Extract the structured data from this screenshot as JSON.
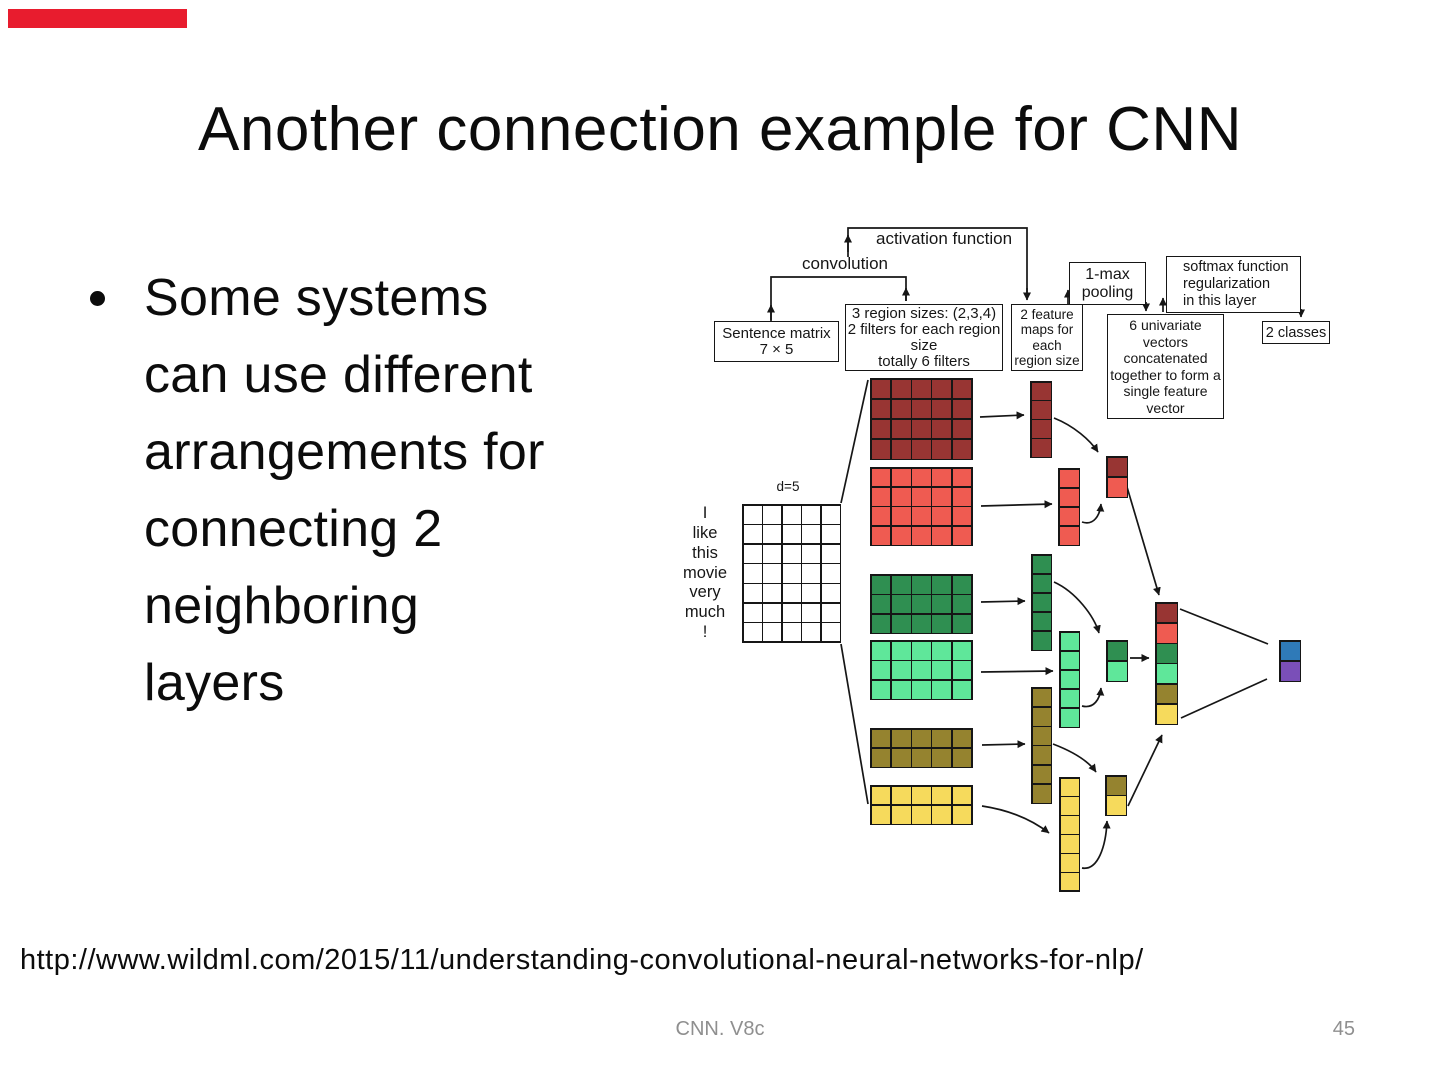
{
  "slide": {
    "accent_bar_color": "#e81c2e",
    "title": "Another connection example for CNN",
    "bullet_text": "Some systems\ncan use different\narrangements for\nconnecting 2\nneighboring\nlayers",
    "source_url": "http://www.wildml.com/2015/11/understanding-convolutional-neural-networks-for-nlp/",
    "footer_center": "CNN. V8c",
    "page_number": "45"
  },
  "diagram": {
    "labels": {
      "convolution": "convolution",
      "activation_function": "activation function",
      "pooling": "1-max\npooling",
      "sentence_matrix": "Sentence matrix\n7 × 5",
      "filters": "3 region sizes: (2,3,4)\n2 filters for each region\nsize\ntotally 6 filters",
      "feature_maps": "2 feature\nmaps for\neach\nregion size",
      "univariate": "6 univariate\nvectors\nconcatenated\ntogether to form a\nsingle feature\nvector",
      "softmax": "softmax function\nregularization\nin this layer",
      "classes": "2 classes",
      "dim": "d=5"
    },
    "sentence_words": "I\nlike\nthis\nmovie\nvery\nmuch\n!",
    "matrix_rows": 7,
    "matrix_cols": 5,
    "colors": {
      "white": "#ffffff",
      "dark_red": "#983533",
      "red": "#ef5b51",
      "dark_green": "#2f8f51",
      "mint": "#5fe79a",
      "olive": "#95832f",
      "yellow": "#f6da5c",
      "blue": "#2f7ab8",
      "purple": "#7a4fb8"
    },
    "grids": [
      {
        "name": "sentence-matrix",
        "cols": 5,
        "row_colors": [
          "white",
          "white",
          "white",
          "white",
          "white",
          "white",
          "white"
        ]
      },
      {
        "name": "filter-size4-dark-red",
        "cols": 5,
        "row_colors": [
          "dark_red",
          "dark_red",
          "dark_red",
          "dark_red"
        ]
      },
      {
        "name": "filter-size4-red",
        "cols": 5,
        "row_colors": [
          "red",
          "red",
          "red",
          "red"
        ]
      },
      {
        "name": "filter-size3-dark-green",
        "cols": 5,
        "row_colors": [
          "dark_green",
          "dark_green",
          "dark_green"
        ]
      },
      {
        "name": "filter-size3-mint",
        "cols": 5,
        "row_colors": [
          "mint",
          "mint",
          "mint"
        ]
      },
      {
        "name": "filter-size2-olive",
        "cols": 5,
        "row_colors": [
          "olive",
          "olive"
        ]
      },
      {
        "name": "filter-size2-yellow",
        "cols": 5,
        "row_colors": [
          "yellow",
          "yellow"
        ]
      },
      {
        "name": "featuremap-dark-red",
        "cols": 1,
        "row_colors": [
          "dark_red",
          "dark_red",
          "dark_red",
          "dark_red"
        ]
      },
      {
        "name": "featuremap-red",
        "cols": 1,
        "row_colors": [
          "red",
          "red",
          "red",
          "red"
        ]
      },
      {
        "name": "featuremap-dark-green",
        "cols": 1,
        "row_colors": [
          "dark_green",
          "dark_green",
          "dark_green",
          "dark_green",
          "dark_green"
        ]
      },
      {
        "name": "featuremap-mint",
        "cols": 1,
        "row_colors": [
          "mint",
          "mint",
          "mint",
          "mint",
          "mint"
        ]
      },
      {
        "name": "featuremap-olive",
        "cols": 1,
        "row_colors": [
          "olive",
          "olive",
          "olive",
          "olive",
          "olive",
          "olive"
        ]
      },
      {
        "name": "featuremap-yellow",
        "cols": 1,
        "row_colors": [
          "yellow",
          "yellow",
          "yellow",
          "yellow",
          "yellow",
          "yellow"
        ]
      },
      {
        "name": "pooled-pair-red",
        "cols": 1,
        "row_colors": [
          "dark_red",
          "red"
        ]
      },
      {
        "name": "pooled-pair-green",
        "cols": 1,
        "row_colors": [
          "dark_green",
          "mint"
        ]
      },
      {
        "name": "pooled-pair-yellow",
        "cols": 1,
        "row_colors": [
          "olive",
          "yellow"
        ]
      },
      {
        "name": "feature-vector",
        "cols": 1,
        "row_colors": [
          "dark_red",
          "red",
          "dark_green",
          "mint",
          "olive",
          "yellow"
        ]
      },
      {
        "name": "output-classes",
        "cols": 1,
        "row_colors": [
          "blue",
          "purple"
        ]
      }
    ]
  }
}
